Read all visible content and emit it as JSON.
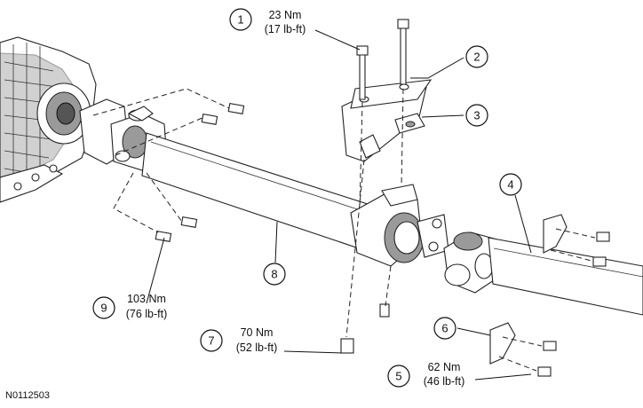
{
  "figure_id": "N0112503",
  "callouts": [
    {
      "number": "1",
      "torque_nm": "23 Nm",
      "torque_lbft": "(17 lb-ft)"
    },
    {
      "number": "2"
    },
    {
      "number": "3"
    },
    {
      "number": "4"
    },
    {
      "number": "5",
      "torque_nm": "62 Nm",
      "torque_lbft": "(46 lb-ft)"
    },
    {
      "number": "6"
    },
    {
      "number": "7",
      "torque_nm": "70 Nm",
      "torque_lbft": "(52 lb-ft)"
    },
    {
      "number": "8"
    },
    {
      "number": "9",
      "torque_nm": "103 Nm",
      "torque_lbft": "(76 lb-ft)"
    }
  ]
}
